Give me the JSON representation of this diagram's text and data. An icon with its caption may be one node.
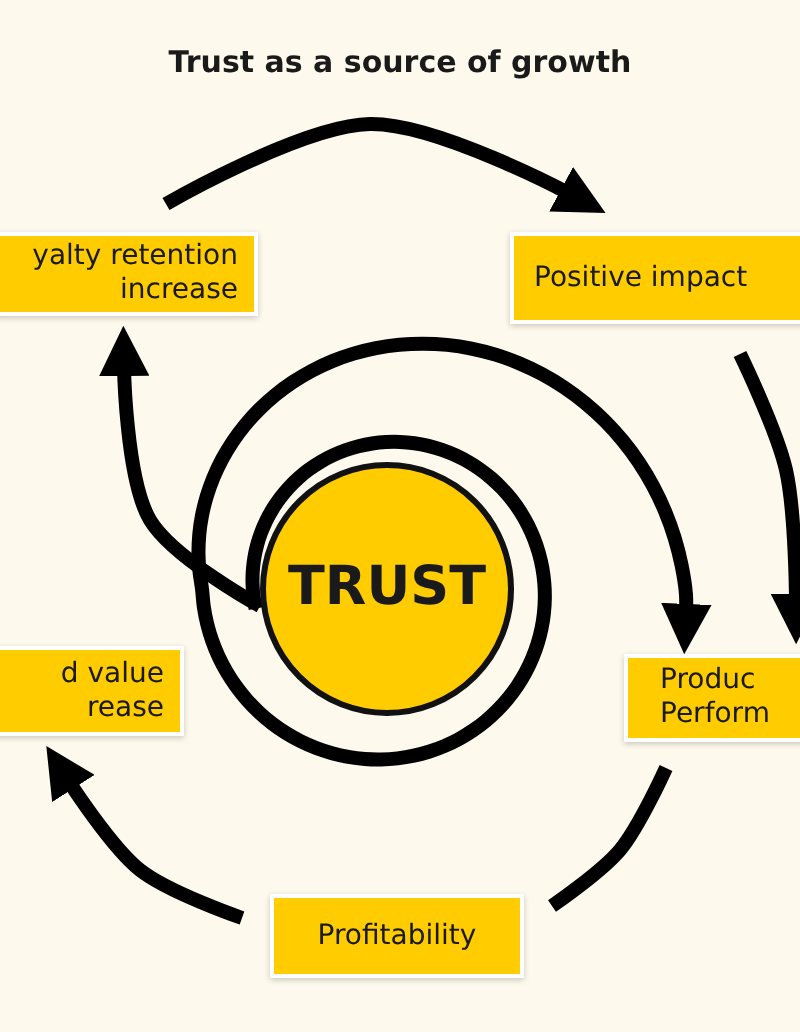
{
  "diagram": {
    "title": "Trust as a source of growth",
    "nodes": [
      {
        "text": [
          "yalty retention increase"
        ]
      },
      {
        "text": [
          "Positive impact"
        ]
      },
      {
        "text": [
          "TRUST"
        ]
      },
      {
        "text": [
          "d value rease"
        ]
      },
      {
        "text": [
          "Produc Perform"
        ]
      },
      {
        "text": [
          "Profitability"
        ]
      }
    ],
    "edges": [
      {
        "from": 0,
        "to": 1,
        "arrow": "to"
      },
      {
        "from": 1,
        "to": 4,
        "arrow": "to"
      },
      {
        "from": 4,
        "to": 5,
        "arrow": "none"
      },
      {
        "from": 5,
        "to": 3,
        "arrow": "to"
      },
      {
        "from": 2,
        "to": 0,
        "arrow": "to"
      },
      {
        "from": 2,
        "to": 4,
        "arrow": "to"
      }
    ]
  }
}
